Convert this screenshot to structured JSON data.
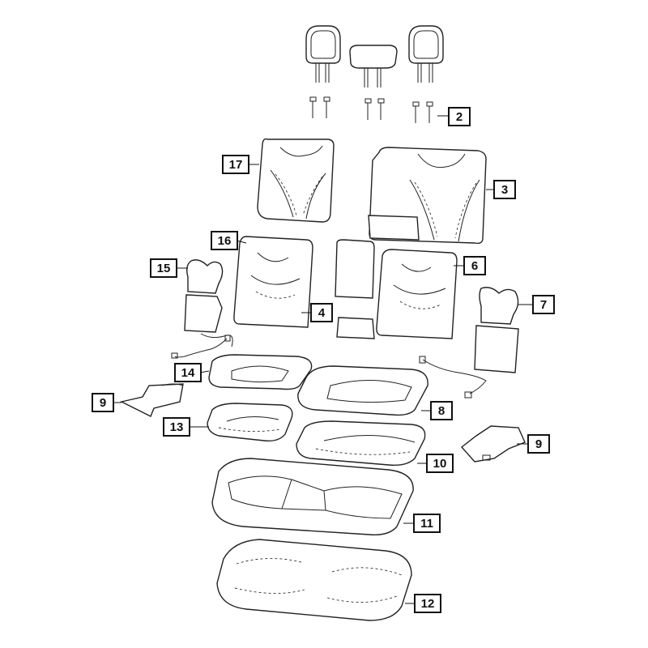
{
  "callouts": {
    "c2": "2",
    "c3": "3",
    "c4": "4",
    "c6": "6",
    "c7": "7",
    "c8": "8",
    "c9_left": "9",
    "c9_right": "9",
    "c10": "10",
    "c11": "11",
    "c12": "12",
    "c13": "13",
    "c14": "14",
    "c15": "15",
    "c16": "16",
    "c17": "17"
  }
}
